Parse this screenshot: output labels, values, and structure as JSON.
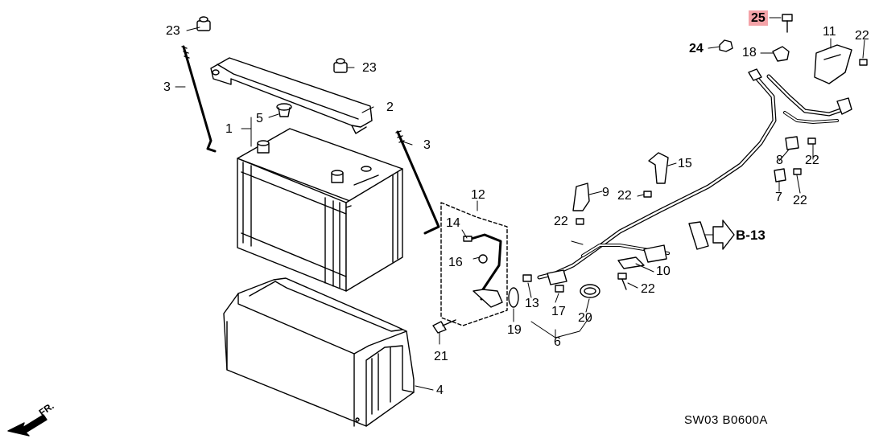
{
  "diagram": {
    "code": "SW03  B0600A",
    "front_label": "FR.",
    "ref_label": "B-13",
    "highlight_color": "#f4a3a8",
    "callouts": {
      "c1": "1",
      "c2": "2",
      "c3a": "3",
      "c3b": "3",
      "c4": "4",
      "c5": "5",
      "c6": "6",
      "c7": "7",
      "c8": "8",
      "c9": "9",
      "c10": "10",
      "c11": "11",
      "c12": "12",
      "c13": "13",
      "c14": "14",
      "c15": "15",
      "c16": "16",
      "c17": "17",
      "c18": "18",
      "c19": "19",
      "c20": "20",
      "c21": "21",
      "c22a": "22",
      "c22b": "22",
      "c22c": "22",
      "c22d": "22",
      "c22e": "22",
      "c22f": "22",
      "c23a": "23",
      "c23b": "23",
      "c24": "24",
      "c25": "25"
    }
  }
}
